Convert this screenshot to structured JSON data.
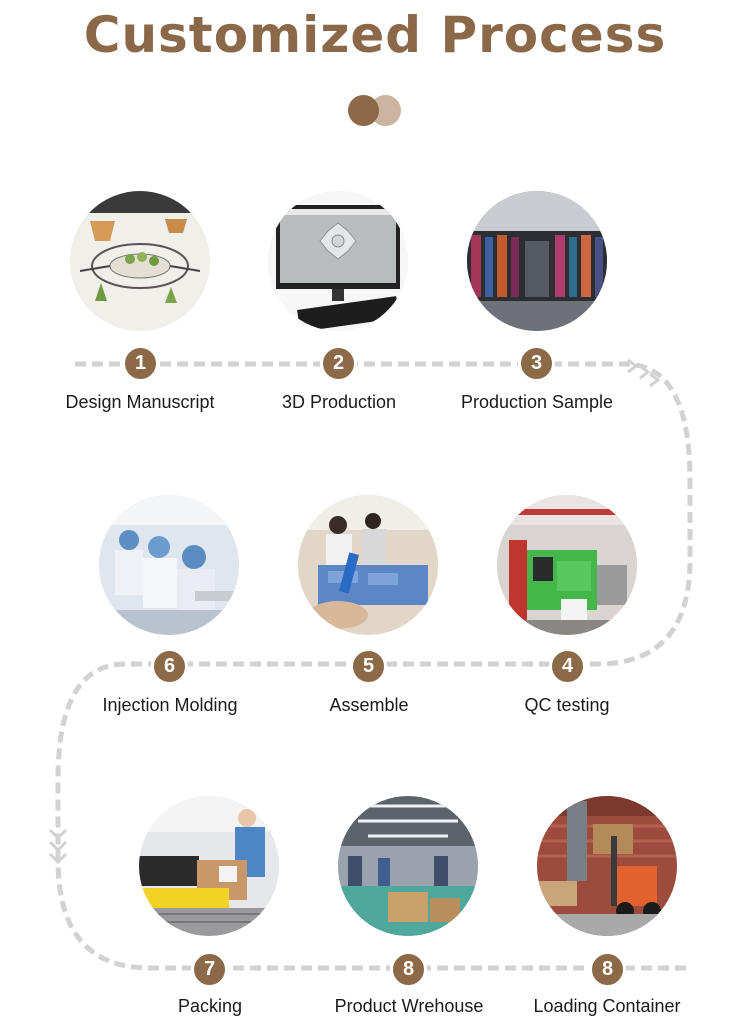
{
  "header": {
    "title": "Customized Process"
  },
  "colors": {
    "accent": "#8c6a48",
    "accent_light": "#ccb5a0",
    "route_dash": "#d2d2d2"
  },
  "steps": [
    {
      "number": "1",
      "label": "Design Manuscript",
      "image": "design-sketch-image"
    },
    {
      "number": "2",
      "label": "3D Production",
      "image": "3d-modeling-monitor-image"
    },
    {
      "number": "3",
      "label": "Production Sample",
      "image": "sample-showroom-image"
    },
    {
      "number": "4",
      "label": "QC testing",
      "image": "injection-machine-image"
    },
    {
      "number": "5",
      "label": "Assemble",
      "image": "assembly-workers-image"
    },
    {
      "number": "6",
      "label": "Injection Molding",
      "image": "workshop-workers-image"
    },
    {
      "number": "7",
      "label": "Packing",
      "image": "packing-conveyor-image"
    },
    {
      "number": "8",
      "label": "Product Wrehouse",
      "image": "warehouse-image"
    },
    {
      "number": "8",
      "label": "Loading Container",
      "image": "forklift-container-image"
    }
  ]
}
